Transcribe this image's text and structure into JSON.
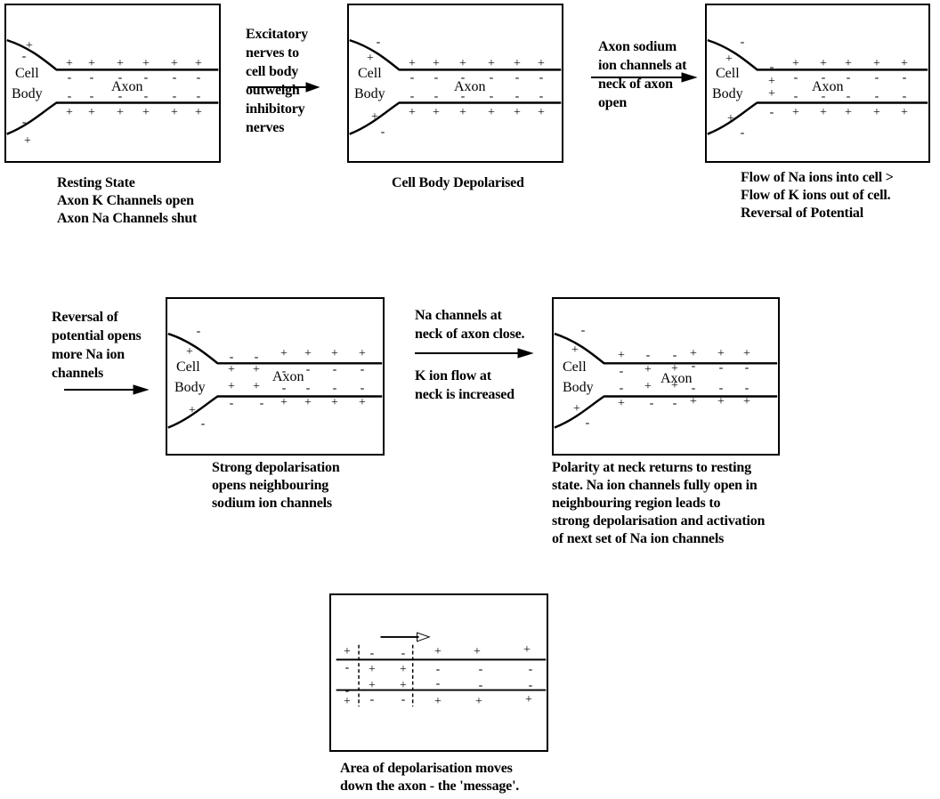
{
  "colors": {
    "ink": "#000000",
    "background": "#ffffff"
  },
  "panels": [
    {
      "id": "p1",
      "labels": {
        "cell": "Cell",
        "body": "Body",
        "axon": "Axon"
      },
      "caption": [
        "Resting State",
        "Axon K Channels open",
        "Axon Na Channels shut"
      ],
      "signs": [
        "+",
        "-",
        "+",
        "+",
        "+",
        "+",
        "+",
        "+",
        "-",
        "-",
        "-",
        "-",
        "-",
        "-",
        "-",
        "-",
        "-",
        "-",
        "-",
        "-",
        "+",
        "+",
        "+",
        "+",
        "+",
        "+",
        "-",
        "+"
      ]
    },
    {
      "id": "p2",
      "labels": {
        "cell": "Cell",
        "body": "Body",
        "axon": "Axon"
      },
      "caption": [
        "Cell Body Depolarised"
      ],
      "signs": [
        "-",
        "+",
        "+",
        "+",
        "+",
        "+",
        "+",
        "+",
        "-",
        "-",
        "-",
        "-",
        "-",
        "-",
        "-",
        "-",
        "-",
        "-",
        "-",
        "-",
        "+",
        "+",
        "+",
        "+",
        "+",
        "+",
        "+",
        "-"
      ]
    },
    {
      "id": "p3",
      "labels": {
        "cell": "Cell",
        "body": "Body",
        "axon": "Axon"
      },
      "caption": [
        "Flow of Na ions into cell >",
        "Flow of K ions out of cell.",
        "Reversal of Potential"
      ],
      "signs": [
        "-",
        "+",
        "-",
        "+",
        "+",
        "+",
        "+",
        "+",
        "+",
        "-",
        "-",
        "-",
        "-",
        "-",
        "+",
        "-",
        "-",
        "-",
        "-",
        "-",
        "-",
        "+",
        "+",
        "+",
        "+",
        "+",
        "+",
        "-"
      ]
    },
    {
      "id": "p4",
      "labels": {
        "cell": "Cell",
        "body": "Body",
        "axon": "Axon"
      },
      "caption": [
        "Strong depolarisation",
        "opens neighbouring",
        "sodium ion channels"
      ],
      "signs": [
        "-",
        "-",
        "-",
        "+",
        "+",
        "+",
        "+",
        "+",
        "+",
        "+",
        "-",
        "-",
        "-",
        "-",
        "+",
        "+",
        "-",
        "-",
        "-",
        "-",
        "-",
        "-",
        "+",
        "+",
        "+",
        "+",
        "+",
        "-"
      ]
    },
    {
      "id": "p5",
      "labels": {
        "cell": "Cell",
        "body": "Body",
        "axon": "Axon"
      },
      "caption": [
        "Polarity at neck returns to resting",
        "state. Na ion channels fully open in",
        "neighbouring region leads to",
        "strong depolarisation and activation",
        "of next set of Na ion channels"
      ],
      "signs": [
        "-",
        "+",
        "+",
        "-",
        "-",
        "+",
        "+",
        "+",
        "-",
        "+",
        "+",
        "-",
        "-",
        "-",
        "-",
        "+",
        "+",
        "-",
        "-",
        "-",
        "+",
        "-",
        "-",
        "+",
        "+",
        "+",
        "+",
        "-"
      ]
    },
    {
      "id": "p6",
      "caption": [
        "Area of depolarisation moves",
        "down the axon - the 'message'."
      ],
      "signs": [
        "+",
        "-",
        "-",
        "+",
        "+",
        "+",
        "-",
        "+",
        "+",
        "-",
        "-",
        "-",
        "-",
        "+",
        "+",
        "-",
        "-",
        "-",
        "+",
        "-",
        "-",
        "+",
        "+",
        "+"
      ]
    }
  ],
  "notes": {
    "n1": [
      "Excitatory",
      "nerves to",
      "cell body",
      "outweigh",
      "inhibitory",
      "nerves"
    ],
    "n2": [
      "Axon sodium",
      "ion channels at",
      "neck of axon",
      "open"
    ],
    "n3": [
      "Reversal of",
      "potential opens",
      "more Na ion",
      "channels"
    ],
    "n4a": [
      "Na channels at",
      "neck of axon close."
    ],
    "n4b": [
      "K ion flow at",
      "neck is increased"
    ]
  }
}
